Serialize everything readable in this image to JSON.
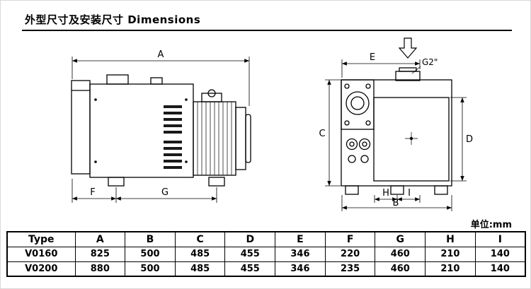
{
  "page": {
    "title": "外型尺寸及安装尺寸 Dimensions",
    "unit_note": "单位:mm"
  },
  "drawing": {
    "labels": {
      "a": "A",
      "b": "B",
      "c": "C",
      "d": "D",
      "e": "E",
      "f": "F",
      "g": "G",
      "h": "H",
      "i": "I",
      "g2": "G2\""
    },
    "colors": {
      "line": "#000000",
      "background": "#ffffff"
    }
  },
  "table": {
    "headers": [
      "Type",
      "A",
      "B",
      "C",
      "D",
      "E",
      "F",
      "G",
      "H",
      "I"
    ],
    "rows": [
      [
        "V0160",
        "825",
        "500",
        "485",
        "455",
        "346",
        "220",
        "460",
        "210",
        "140"
      ],
      [
        "V0200",
        "880",
        "500",
        "485",
        "455",
        "346",
        "235",
        "460",
        "210",
        "140"
      ]
    ]
  }
}
